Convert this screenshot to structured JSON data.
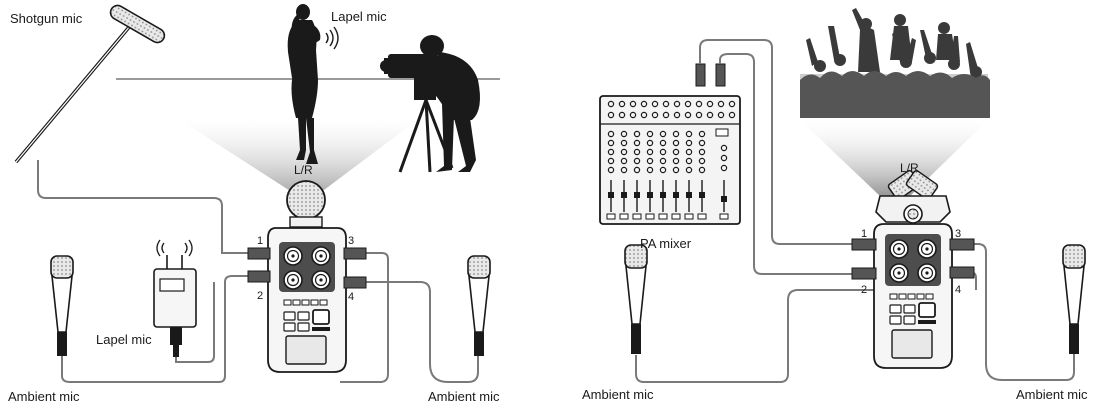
{
  "left_panel": {
    "labels": {
      "shotgun_mic": "Shotgun mic",
      "lapel_mic_top": "Lapel mic",
      "lapel_mic_transmitter": "Lapel mic",
      "ambient_mic_left": "Ambient mic",
      "ambient_mic_right": "Ambient mic",
      "capsule": "L/R"
    },
    "inputs": [
      "1",
      "2",
      "3",
      "4"
    ]
  },
  "right_panel": {
    "labels": {
      "pa_mixer": "PA mixer",
      "ambient_mic_left": "Ambient mic",
      "ambient_mic_right": "Ambient mic",
      "capsule": "L/R"
    },
    "inputs": [
      "1",
      "2",
      "3",
      "4"
    ]
  },
  "colors": {
    "ink": "#1a1a1a",
    "cable": "#777777",
    "body": "#f4f4f4",
    "panel": "#4a4a4a"
  }
}
